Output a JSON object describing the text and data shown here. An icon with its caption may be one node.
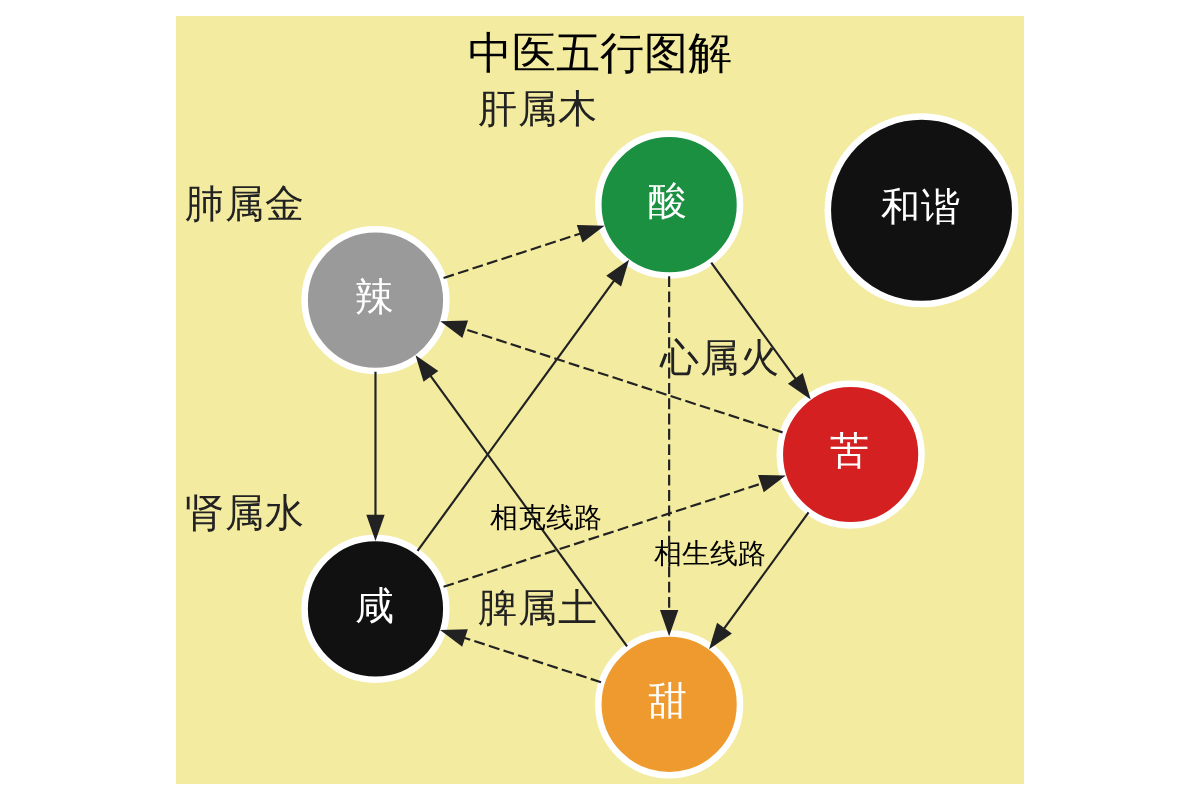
{
  "diagram": {
    "title": "中医五行图解",
    "nodes": [
      {
        "text": [
          "甜"
        ],
        "beside": [
          "脾属土"
        ]
      },
      {
        "text": [
          "苦"
        ],
        "beside": [
          "心属火"
        ]
      },
      {
        "text": [
          "辣"
        ],
        "beside": [
          "肺属金"
        ]
      },
      {
        "text": [
          "和谐"
        ]
      },
      {
        "text": [
          "酸"
        ],
        "beside": [
          "肝属木"
        ]
      },
      {
        "text": [
          "咸"
        ],
        "beside": [
          "肾属水"
        ]
      }
    ],
    "edges": [
      {
        "from": 1,
        "to": 0,
        "arrow": "to",
        "label": "相生线路"
      },
      {
        "from": 0,
        "to": 2,
        "arrow": "to"
      },
      {
        "from": 2,
        "to": 5,
        "arrow": "to"
      },
      {
        "from": 5,
        "to": 4,
        "arrow": "to"
      },
      {
        "from": 4,
        "to": 1,
        "arrow": "to"
      },
      {
        "from": 1,
        "to": 2,
        "arrow": "to",
        "style": "dashed"
      },
      {
        "from": 2,
        "to": 4,
        "arrow": "to",
        "style": "dashed"
      },
      {
        "from": 4,
        "to": 0,
        "arrow": "to",
        "style": "dashed"
      },
      {
        "from": 0,
        "to": 5,
        "arrow": "to",
        "style": "dashed"
      },
      {
        "from": 5,
        "to": 1,
        "arrow": "to",
        "style": "dashed",
        "label": "相克线路"
      }
    ]
  }
}
